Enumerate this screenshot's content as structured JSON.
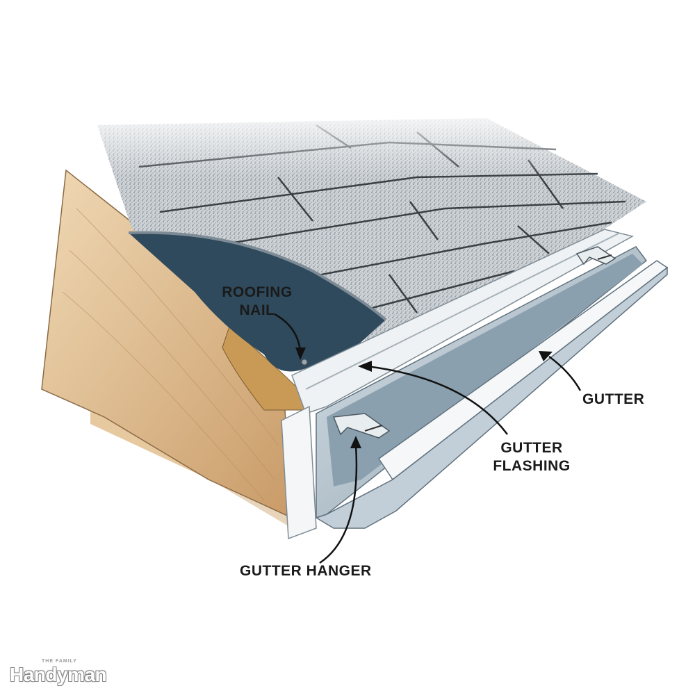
{
  "labels": {
    "roofing_nail": "ROOFING\nNAIL",
    "gutter": "GUTTER",
    "gutter_flashing": "GUTTER\nFLASHING",
    "gutter_hanger": "GUTTER HANGER"
  },
  "brand": {
    "small": "THE FAMILY",
    "main": "Handyman"
  },
  "colors": {
    "shingle": "#c9ced3",
    "underlayment": "#2f4a5c",
    "fascia_wood": "#e3c49a",
    "gutter_metal": "#b9c6d0",
    "flashing": "#e8edf0"
  }
}
